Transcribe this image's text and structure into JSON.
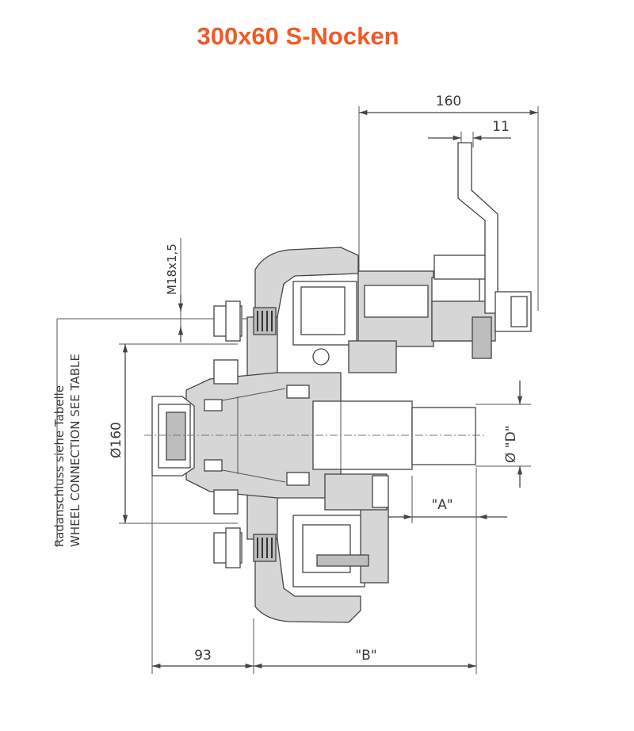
{
  "title": "300x60 S-Nocken",
  "colors": {
    "title": "#f05a28",
    "line": "#444444",
    "fill": "#d6d6d6"
  },
  "dimensions": {
    "d160_top": "160",
    "d11": "11",
    "m18": "M18x1,5",
    "phi160": "Ø160",
    "phiD": "Ø \"D\"",
    "dimA": "\"A\"",
    "d93": "93",
    "dimB": "\"B\""
  },
  "notes": {
    "line1": "Radanschluss siehe Tabelle",
    "line2": "WHEEL CONNECTION SEE TABLE"
  }
}
